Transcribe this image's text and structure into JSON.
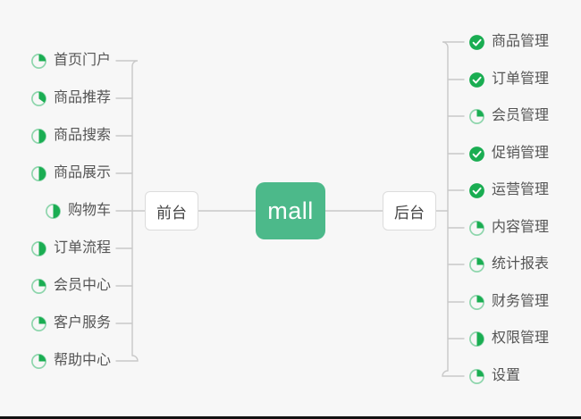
{
  "diagram": {
    "title": "mall",
    "center_node": {
      "label": "mall",
      "color": "#4cb98a",
      "text_color": "#ffffff"
    },
    "background_color": "#f7f7f7",
    "line_color": "#c9c9c9",
    "text_color": "#555555",
    "icon_colors": {
      "track": "#8fd6ad",
      "fill": "#1aad52",
      "done_circle": "#1aad52",
      "check": "#ffffff"
    },
    "branches": [
      {
        "id": "frontend",
        "label": "前台",
        "side": "left",
        "items": [
          {
            "label": "首页门户",
            "icon": "pie-progress-icon",
            "progress": 25,
            "status": "in-progress"
          },
          {
            "label": "商品推荐",
            "icon": "pie-progress-icon",
            "progress": 35,
            "status": "in-progress"
          },
          {
            "label": "商品搜索",
            "icon": "pie-progress-icon",
            "progress": 50,
            "status": "in-progress"
          },
          {
            "label": "商品展示",
            "icon": "pie-progress-icon",
            "progress": 50,
            "status": "in-progress"
          },
          {
            "label": "购物车",
            "icon": "pie-progress-icon",
            "progress": 50,
            "status": "in-progress"
          },
          {
            "label": "订单流程",
            "icon": "pie-progress-icon",
            "progress": 50,
            "status": "in-progress"
          },
          {
            "label": "会员中心",
            "icon": "pie-progress-icon",
            "progress": 25,
            "status": "in-progress"
          },
          {
            "label": "客户服务",
            "icon": "pie-progress-icon",
            "progress": 25,
            "status": "in-progress"
          },
          {
            "label": "帮助中心",
            "icon": "pie-progress-icon",
            "progress": 25,
            "status": "in-progress"
          }
        ]
      },
      {
        "id": "backend",
        "label": "后台",
        "side": "right",
        "items": [
          {
            "label": "商品管理",
            "icon": "check-circle-icon",
            "progress": 100,
            "status": "done"
          },
          {
            "label": "订单管理",
            "icon": "check-circle-icon",
            "progress": 100,
            "status": "done"
          },
          {
            "label": "会员管理",
            "icon": "pie-progress-icon",
            "progress": 25,
            "status": "in-progress"
          },
          {
            "label": "促销管理",
            "icon": "check-circle-icon",
            "progress": 100,
            "status": "done"
          },
          {
            "label": "运营管理",
            "icon": "check-circle-icon",
            "progress": 100,
            "status": "done"
          },
          {
            "label": "内容管理",
            "icon": "pie-progress-icon",
            "progress": 25,
            "status": "in-progress"
          },
          {
            "label": "统计报表",
            "icon": "pie-progress-icon",
            "progress": 25,
            "status": "in-progress"
          },
          {
            "label": "财务管理",
            "icon": "pie-progress-icon",
            "progress": 25,
            "status": "in-progress"
          },
          {
            "label": "权限管理",
            "icon": "pie-progress-icon",
            "progress": 50,
            "status": "in-progress"
          },
          {
            "label": "设置",
            "icon": "pie-progress-icon",
            "progress": 25,
            "status": "in-progress"
          }
        ]
      }
    ]
  }
}
